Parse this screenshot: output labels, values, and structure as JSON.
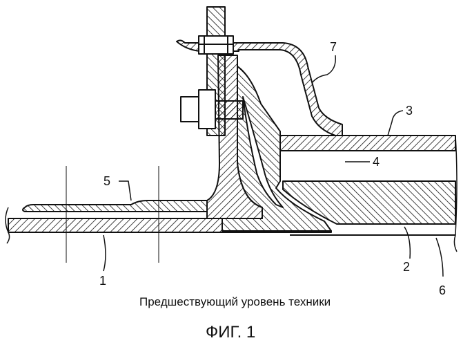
{
  "labels": {
    "l1": "1",
    "l2": "2",
    "l3": "3",
    "l4": "4",
    "l5": "5",
    "l6": "6",
    "l7": "7"
  },
  "caption": "Предшествующий уровень техники",
  "figure_label": "ФИГ. 1"
}
